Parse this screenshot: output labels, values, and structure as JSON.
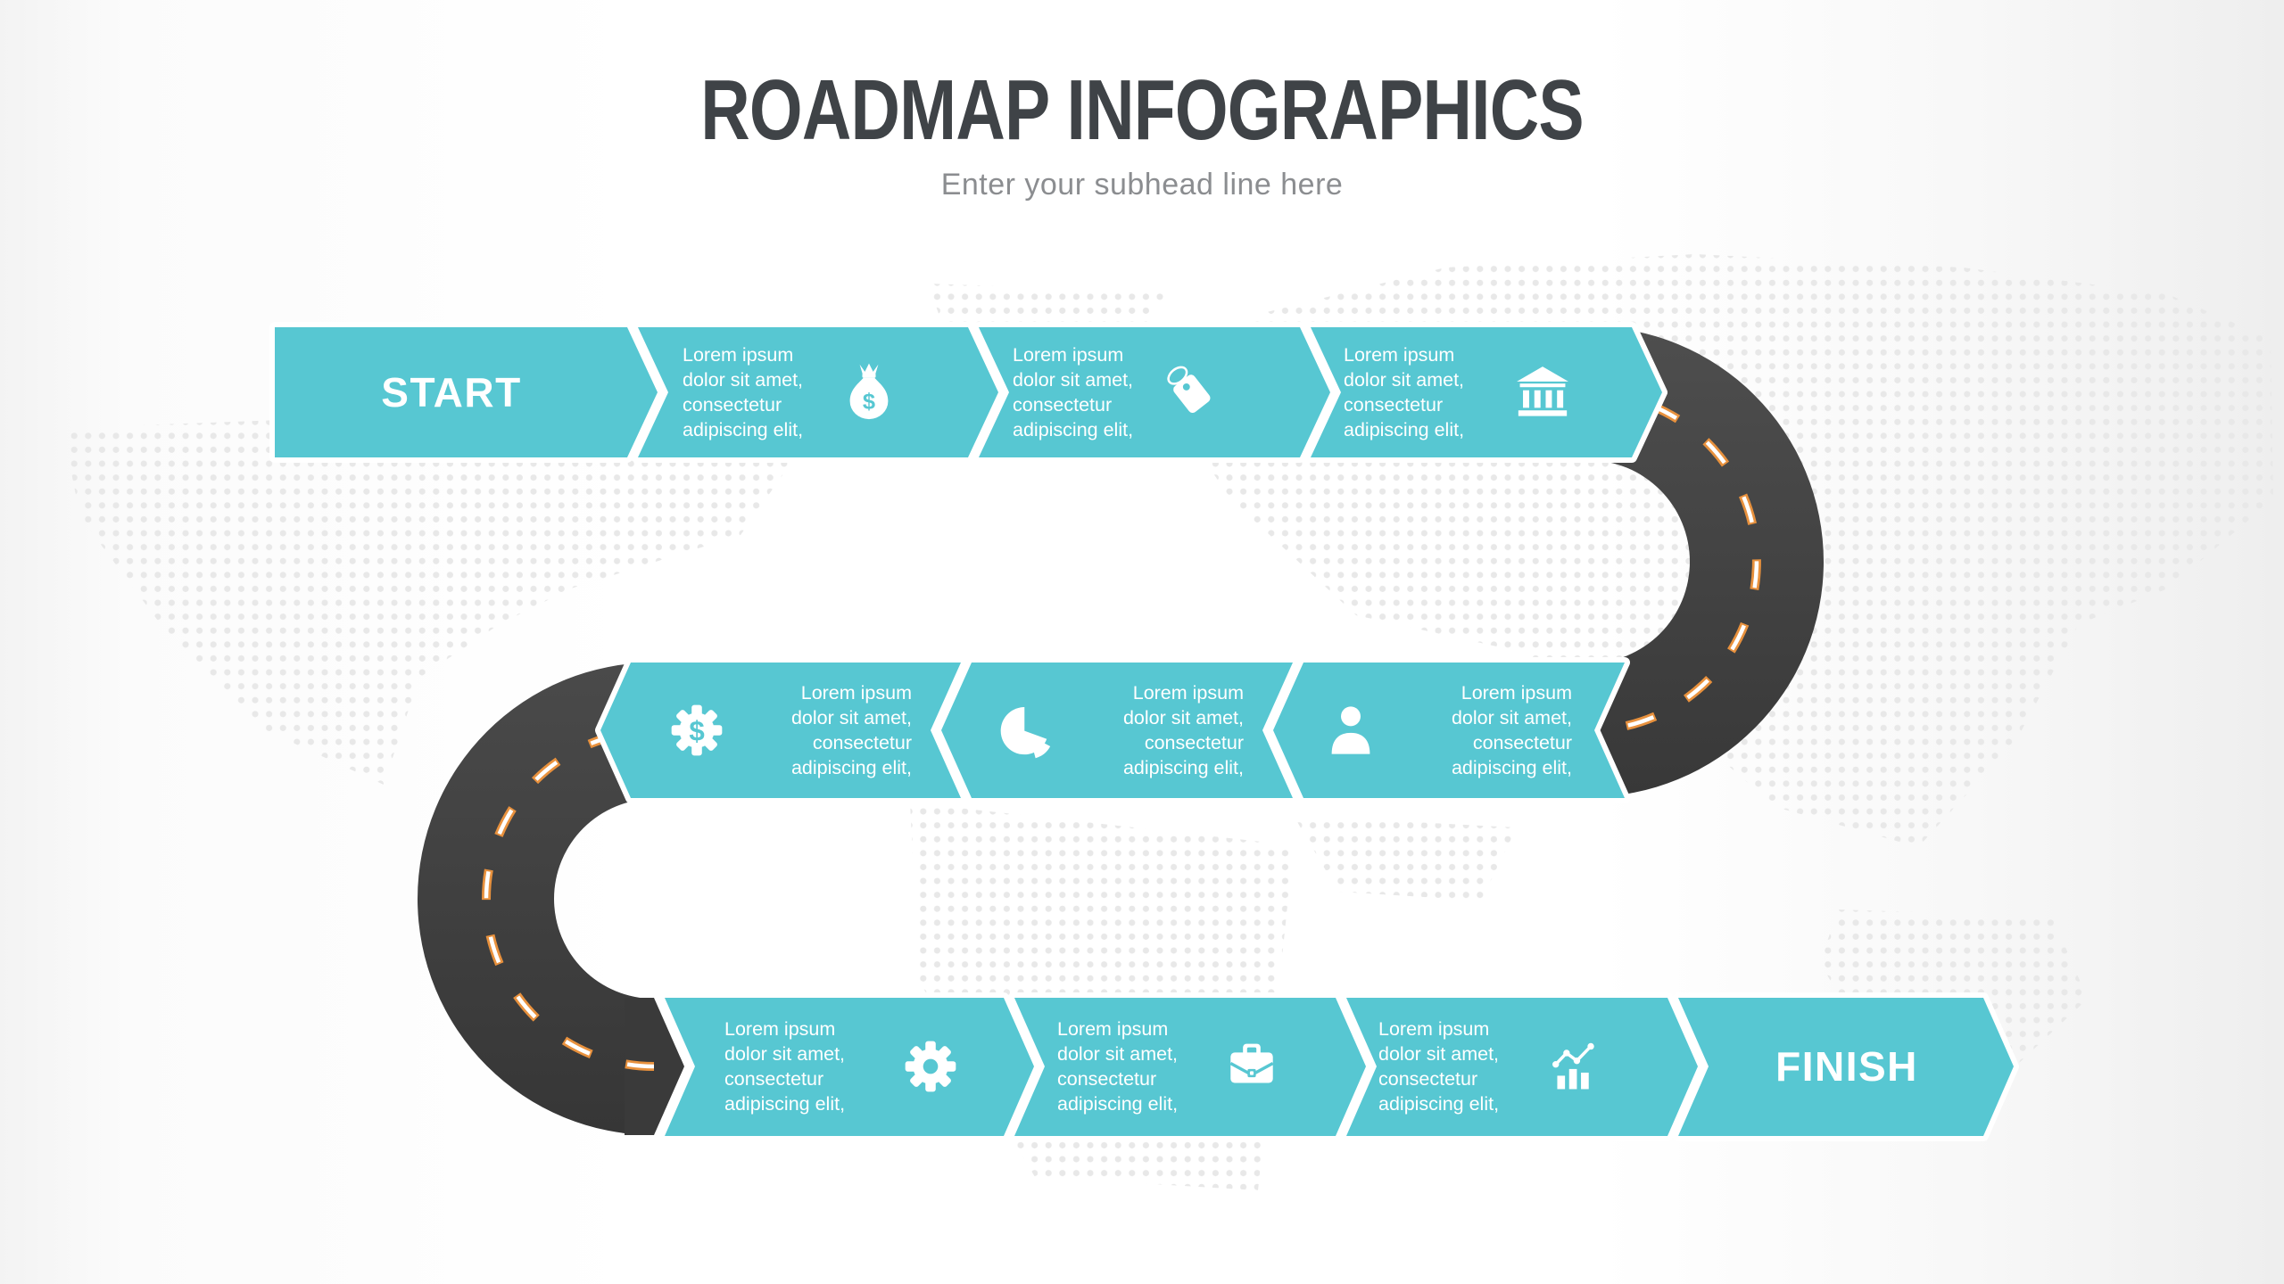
{
  "title": "ROADMAP INFOGRAPHICS",
  "subtitle": "Enter your subhead line here",
  "road": {
    "start_label": "START",
    "finish_label": "FINISH"
  },
  "steps": [
    {
      "row": 1,
      "icon": "money-bag-icon",
      "text": "Lorem ipsum dolor sit amet, consectetur adipiscing elit,"
    },
    {
      "row": 1,
      "icon": "price-tag-icon",
      "text": "Lorem ipsum dolor sit amet, consectetur adipiscing elit,"
    },
    {
      "row": 1,
      "icon": "bank-icon",
      "text": "Lorem ipsum dolor sit amet, consectetur adipiscing elit,"
    },
    {
      "row": 2,
      "icon": "gear-dollar-icon",
      "text": "Lorem ipsum dolor sit amet, consectetur adipiscing elit,"
    },
    {
      "row": 2,
      "icon": "pie-chart-icon",
      "text": "Lorem ipsum dolor sit amet, consectetur adipiscing elit,"
    },
    {
      "row": 2,
      "icon": "person-icon",
      "text": "Lorem ipsum dolor sit amet, consectetur adipiscing elit,"
    },
    {
      "row": 3,
      "icon": "gear-icon",
      "text": "Lorem ipsum dolor sit amet, consectetur adipiscing elit,"
    },
    {
      "row": 3,
      "icon": "briefcase-icon",
      "text": "Lorem ipsum dolor sit amet, consectetur adipiscing elit,"
    },
    {
      "row": 3,
      "icon": "growth-chart-icon",
      "text": "Lorem ipsum dolor sit amet, consectetur adipiscing elit,"
    }
  ],
  "colors": {
    "teal": "#57C7D2",
    "road_dark": "#424242",
    "dash_orange": "#E8913D",
    "title_text": "#3F4347",
    "subtitle_text": "#8B8D90",
    "map_dot": "#E8E8E8",
    "step_text": "#FFFFFF"
  }
}
